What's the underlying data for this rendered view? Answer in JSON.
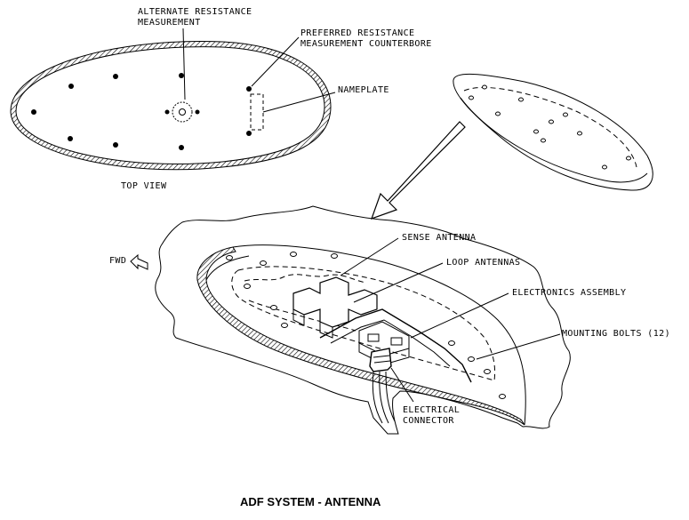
{
  "diagram": {
    "caption": "ADF SYSTEM - ANTENNA",
    "labels": {
      "alternate_resistance": [
        "ALTERNATE RESISTANCE",
        "MEASUREMENT"
      ],
      "preferred_resistance": [
        "PREFERRED RESISTANCE",
        "MEASUREMENT COUNTERBORE"
      ],
      "nameplate": "NAMEPLATE",
      "top_view": "TOP VIEW",
      "fwd": "FWD",
      "sense_antenna": "SENSE ANTENNA",
      "loop_antennas": "LOOP ANTENNAS",
      "electronics_assembly": "ELECTRONICS ASSEMBLY",
      "mounting_bolts": "MOUNTING BOLTS (12)",
      "electrical_connector": [
        "ELECTRICAL",
        "CONNECTOR"
      ]
    }
  }
}
